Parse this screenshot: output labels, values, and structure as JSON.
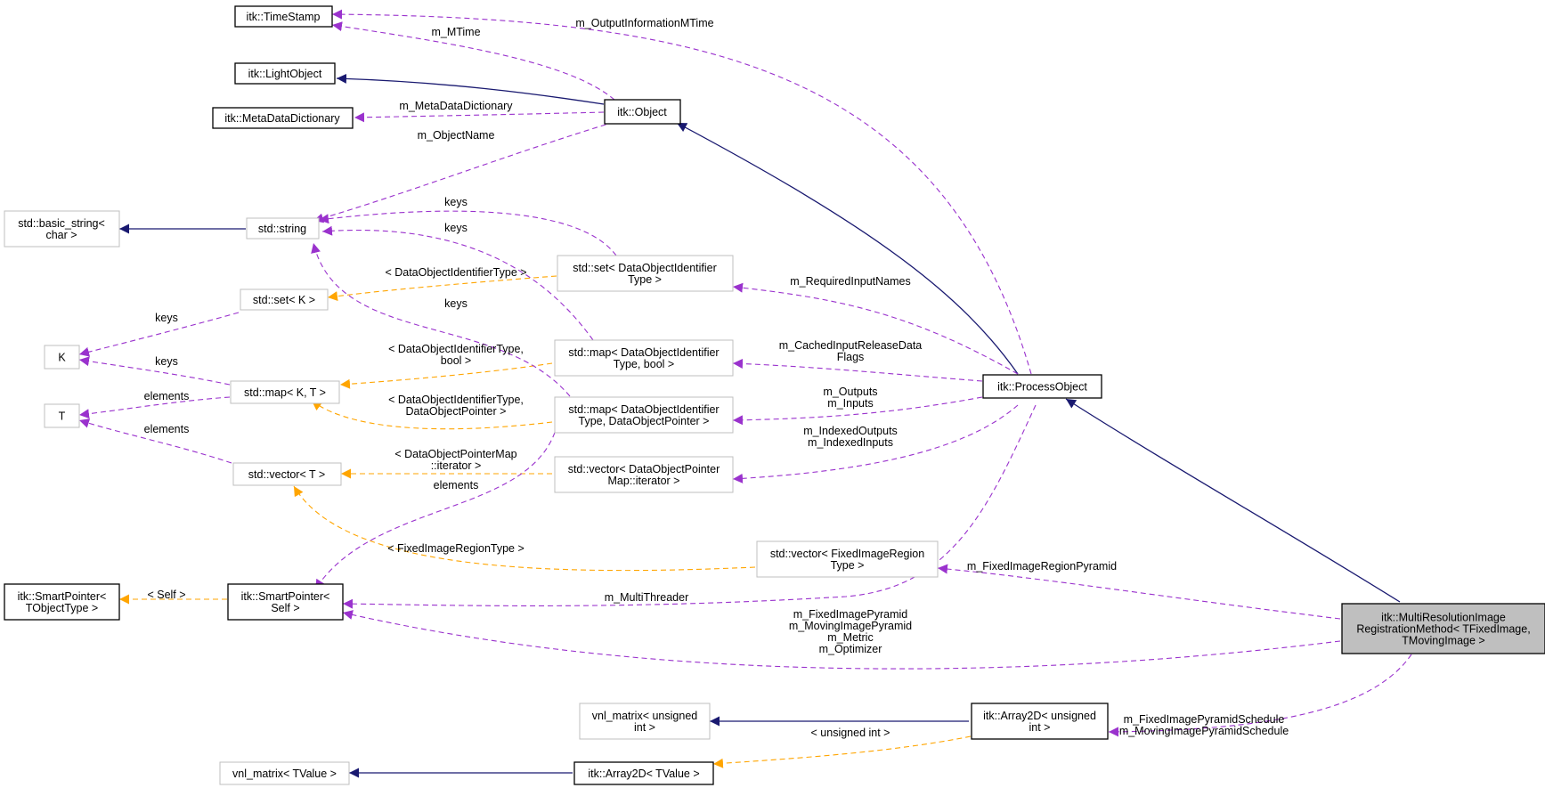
{
  "nodes": {
    "timestamp": {
      "lines": [
        "itk::TimeStamp"
      ]
    },
    "lightobject": {
      "lines": [
        "itk::LightObject"
      ]
    },
    "metadatadict": {
      "lines": [
        "itk::MetaDataDictionary"
      ]
    },
    "object": {
      "lines": [
        "itk::Object"
      ]
    },
    "basicstring": {
      "lines": [
        "std::basic_string<",
        "char >"
      ]
    },
    "string": {
      "lines": [
        "std::string"
      ]
    },
    "setK": {
      "lines": [
        "std::set< K >"
      ]
    },
    "K": {
      "lines": [
        "K"
      ]
    },
    "mapKT": {
      "lines": [
        "std::map< K, T >"
      ]
    },
    "T": {
      "lines": [
        "T"
      ]
    },
    "vectorT": {
      "lines": [
        "std::vector< T >"
      ]
    },
    "setDOI": {
      "lines": [
        "std::set< DataObjectIdentifier",
        "Type >"
      ]
    },
    "mapDOIbool": {
      "lines": [
        "std::map< DataObjectIdentifier",
        "Type, bool >"
      ]
    },
    "mapDOIptr": {
      "lines": [
        "std::map< DataObjectIdentifier",
        "Type, DataObjectPointer >"
      ]
    },
    "vectorDOPM": {
      "lines": [
        "std::vector< DataObjectPointer",
        "Map::iterator >"
      ]
    },
    "processobject": {
      "lines": [
        "itk::ProcessObject"
      ]
    },
    "vectorFIR": {
      "lines": [
        "std::vector< FixedImageRegion",
        "Type >"
      ]
    },
    "smartptrT": {
      "lines": [
        "itk::SmartPointer<",
        "TObjectType >"
      ]
    },
    "smartptrSelf": {
      "lines": [
        "itk::SmartPointer<",
        "Self >"
      ]
    },
    "multires": {
      "lines": [
        "itk::MultiResolutionImage",
        "RegistrationMethod< TFixedImage,",
        "TMovingImage >"
      ]
    },
    "vnlmatrixUint": {
      "lines": [
        "vnl_matrix< unsigned",
        "int >"
      ]
    },
    "array2dUint": {
      "lines": [
        "itk::Array2D< unsigned",
        "int >"
      ]
    },
    "vnlmatrixTV": {
      "lines": [
        "vnl_matrix< TValue >"
      ]
    },
    "array2dTV": {
      "lines": [
        "itk::Array2D< TValue >"
      ]
    }
  },
  "edge_labels": {
    "m_OutputInformationMTime": [
      "m_OutputInformationMTime"
    ],
    "m_MTime": [
      "m_MTime"
    ],
    "m_MetaDataDictionary": [
      "m_MetaDataDictionary"
    ],
    "m_ObjectName": [
      "m_ObjectName"
    ],
    "keys_setDOI": [
      "keys"
    ],
    "keys_mapDOIbool": [
      "keys"
    ],
    "keys_mapDOIptr": [
      "keys"
    ],
    "keys_setK": [
      "keys"
    ],
    "keys_mapKT": [
      "keys"
    ],
    "elements_mapKT": [
      "elements"
    ],
    "elements_vectorT": [
      "elements"
    ],
    "elements_vectorDOPM": [
      "elements"
    ],
    "tmpl_setDOI": [
      "< DataObjectIdentifierType >"
    ],
    "tmpl_mapDOIbool": [
      "< DataObjectIdentifierType,",
      "bool >"
    ],
    "tmpl_mapDOIptr": [
      "< DataObjectIdentifierType,",
      "DataObjectPointer >"
    ],
    "tmpl_vectorDOPM": [
      "< DataObjectPointerMap",
      "::iterator >"
    ],
    "tmpl_vectorFIR": [
      "< FixedImageRegionType >"
    ],
    "tmpl_smartptr": [
      "< Self >"
    ],
    "tmpl_array2dTV": [
      "< unsigned int >"
    ],
    "m_RequiredInputNames": [
      "m_RequiredInputNames"
    ],
    "m_CachedInputReleaseDataFlags": [
      "m_CachedInputReleaseData",
      "Flags"
    ],
    "m_Outputs_Inputs": [
      "m_Outputs",
      "m_Inputs"
    ],
    "m_IndexedOutputs_Inputs": [
      "m_IndexedOutputs",
      "m_IndexedInputs"
    ],
    "m_FixedImageRegionPyramid": [
      "m_FixedImageRegionPyramid"
    ],
    "m_MultiThreader": [
      "m_MultiThreader"
    ],
    "m_Pyramids": [
      "m_FixedImagePyramid",
      "m_MovingImagePyramid",
      "m_Metric",
      "m_Optimizer"
    ],
    "m_PyramidSchedules": [
      "m_FixedImagePyramidSchedule",
      "m_MovingImagePyramidSchedule"
    ]
  },
  "colors": {
    "inheritance": "#191970",
    "member": "#9a32cd",
    "template": "#ffa500",
    "focus_fill": "#bfbfbf"
  }
}
